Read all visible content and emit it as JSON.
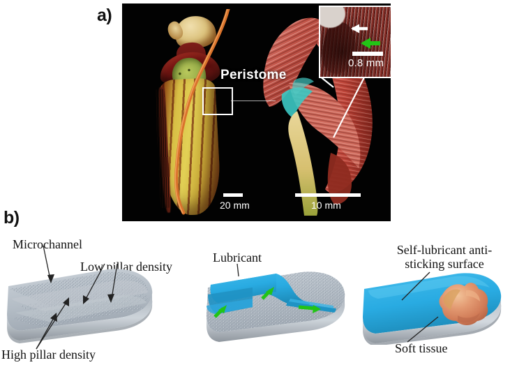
{
  "figure": {
    "panels": [
      {
        "id": "a",
        "label": "a)"
      },
      {
        "id": "b",
        "label": "b)"
      }
    ]
  },
  "panel_a": {
    "label": "a)",
    "annotation": "Peristome",
    "scale_bars": [
      {
        "name": "pitcher-scale",
        "text": "20 mm"
      },
      {
        "name": "peristome-scale",
        "text": "10 mm"
      }
    ],
    "inset": {
      "scale_text": "0.8 mm",
      "arrows": [
        {
          "name": "white-arrow",
          "color": "#ffffff"
        },
        {
          "name": "green-arrow",
          "color": "#22c416"
        }
      ]
    },
    "colors": {
      "background": "#020202",
      "peristome_red": "#a8352c",
      "pitcher_yellow": "#d8bf45",
      "stripe_red": "#76180f",
      "cyan_stain": "#36c4c0"
    }
  },
  "panel_b": {
    "label": "b)",
    "diagrams": [
      {
        "name": "micro-pillar-surface",
        "labels": [
          {
            "name": "microchannel-label",
            "text": "Microchannel"
          },
          {
            "name": "low-pillar-density-label",
            "text": "Low pillar density"
          },
          {
            "name": "high-pillar-density-label",
            "text": "High pillar density"
          }
        ]
      },
      {
        "name": "lubricant-infusion",
        "labels": [
          {
            "name": "lubricant-label",
            "text": "Lubricant"
          }
        ]
      },
      {
        "name": "anti-sticking-surface",
        "labels": [
          {
            "name": "self-lubricant-surface-label",
            "text": "Self-lubricant anti-\nsticking surface"
          },
          {
            "name": "soft-tissue-label",
            "text": "Soft tissue"
          }
        ]
      }
    ],
    "colors": {
      "slab_gray": "#b7bfc7",
      "slab_shadow": "#8d959d",
      "lubricant_blue": "#29abe2",
      "tissue": "#dd8c6a",
      "arrow_green": "#22c416"
    }
  }
}
